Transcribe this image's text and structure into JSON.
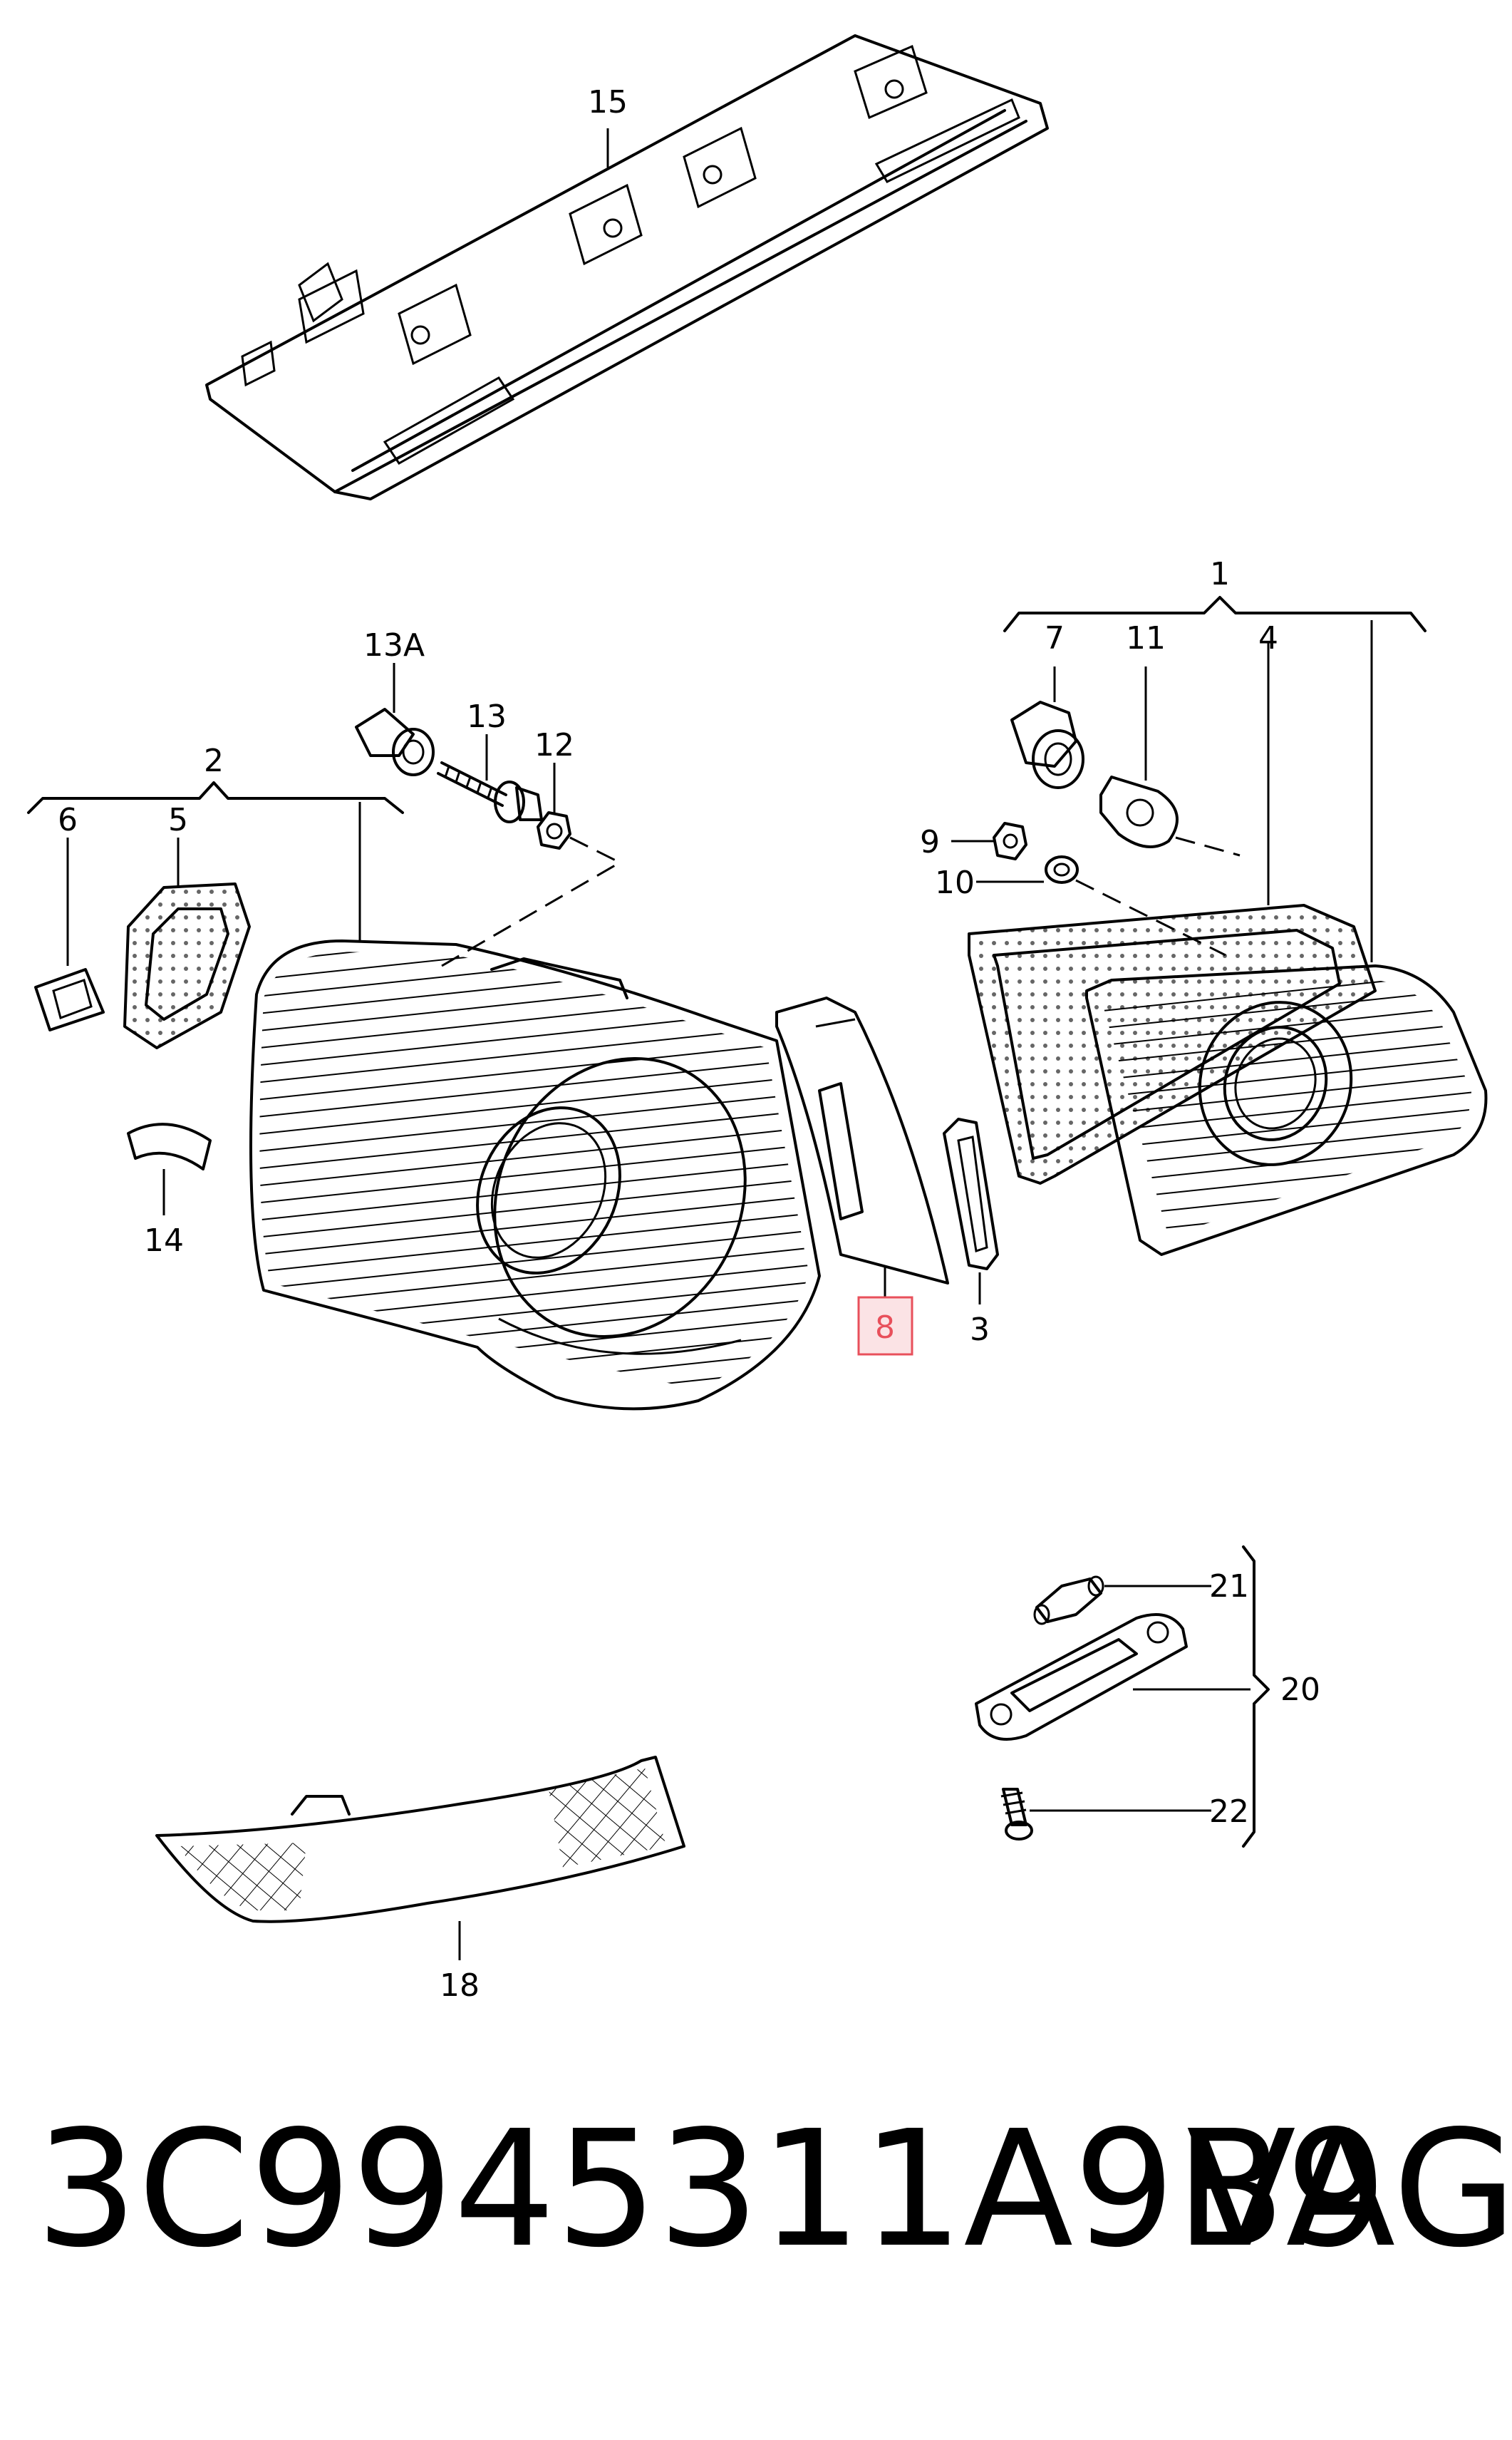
{
  "callouts": {
    "c15": "15",
    "c1": "1",
    "c7": "7",
    "c11": "11",
    "c4": "4",
    "c13a": "13A",
    "c13": "13",
    "c12": "12",
    "c2": "2",
    "c6": "6",
    "c5": "5",
    "c9": "9",
    "c10": "10",
    "c14": "14",
    "c8": "8",
    "c3": "3",
    "c21": "21",
    "c20": "20",
    "c22": "22",
    "c18": "18"
  },
  "highlight_color": "#e8505b",
  "footer": {
    "part_number": "3C9945311A9B9",
    "brand": "VAG"
  }
}
